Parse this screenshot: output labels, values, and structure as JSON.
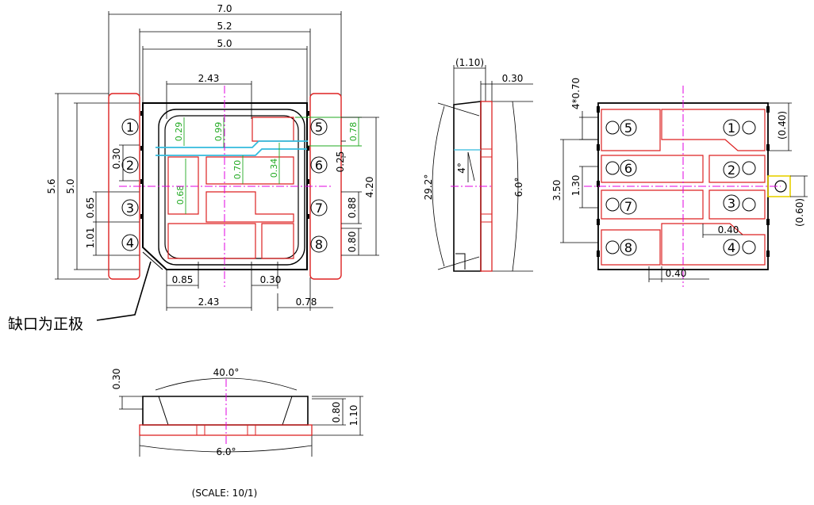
{
  "colors": {
    "outline": "#000000",
    "pad": "#dd2222",
    "centerline": "#e000e0",
    "green_dim": "#22aa22",
    "cyan": "#33bbdd",
    "yellow": "#e8d000"
  },
  "top_view": {
    "dims": {
      "w_7_0": "7.0",
      "w_5_2": "5.2",
      "w_5_0": "5.0",
      "w_2_43_top": "2.43",
      "h_5_6": "5.6",
      "h_5_0": "5.0",
      "h_0_30": "0.30",
      "h_0_65": "0.65",
      "h_1_01": "1.01",
      "r_0_78": "0.78",
      "r_0_25": "0.25",
      "r_4_20": "4.20",
      "r_0_88": "0.88",
      "r_0_80": "0.80",
      "b_0_85": "0.85",
      "b_0_30": "0.30",
      "b_2_43": "2.43",
      "b_0_78": "0.78"
    },
    "green_dims": {
      "g_0_29": "0.29",
      "g_0_99": "0.99",
      "g_0_70": "0.70",
      "g_0_34": "0.34",
      "g_0_68": "0.68"
    },
    "pins_left": [
      "1",
      "2",
      "3",
      "4"
    ],
    "pins_right": [
      "5",
      "6",
      "7",
      "8"
    ],
    "note": "缺口为正极"
  },
  "side_view": {
    "dims": {
      "d_1_10": "(1.10)",
      "d_0_30": "0.30",
      "a_29_2": "29.2°",
      "a_4": "4°",
      "d_6_0": "6.0°"
    }
  },
  "bottom_view": {
    "dims": {
      "d_4x0_70": "4*0.70",
      "d_3_50": "3.50",
      "d_1_30": "1.30",
      "d_0_40_paren": "(0.40)",
      "d_0_60_paren": "(0.60)",
      "d_0_40_a": "0.40",
      "d_0_40_b": "0.40"
    },
    "pin_labels": {
      "p5": "5",
      "p1": "1",
      "p6": "6",
      "p2": "2",
      "p7": "7",
      "p3": "3",
      "p8": "8",
      "p4": "4"
    }
  },
  "front_view": {
    "dims": {
      "d_0_30": "0.30",
      "a_40": "40.0°",
      "d_0_80": "0.80",
      "d_1_10": "1.10",
      "d_6_0": "6.0°"
    }
  },
  "scale_label": "(SCALE: 10/1)"
}
